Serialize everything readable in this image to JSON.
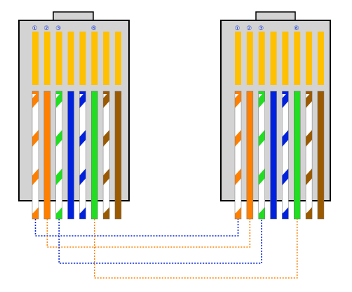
{
  "diagram": {
    "colors": {
      "housing": "#d3d3d3",
      "housing_border": "#000000",
      "contact": "#ffc000",
      "orange": "#ff8000",
      "green": "#22dd22",
      "blue": "#0022dd",
      "brown": "#9b5a00",
      "white": "#ffffff",
      "label": "#1f3fd8"
    },
    "connectors": [
      {
        "name": "left-connector",
        "pin_labels": [
          {
            "pin": 1,
            "text": "①"
          },
          {
            "pin": 2,
            "text": "②"
          },
          {
            "pin": 3,
            "text": "③"
          },
          {
            "pin": 6,
            "text": "⑥"
          }
        ],
        "wires": [
          {
            "pin": 1,
            "stripe": "orange",
            "solid": false
          },
          {
            "pin": 2,
            "stripe": "orange",
            "solid": true
          },
          {
            "pin": 3,
            "stripe": "green",
            "solid": false
          },
          {
            "pin": 4,
            "stripe": "blue",
            "solid": true
          },
          {
            "pin": 5,
            "stripe": "blue",
            "solid": false
          },
          {
            "pin": 6,
            "stripe": "green",
            "solid": true
          },
          {
            "pin": 7,
            "stripe": "brown",
            "solid": false
          },
          {
            "pin": 8,
            "stripe": "brown",
            "solid": true
          }
        ]
      },
      {
        "name": "right-connector",
        "pin_labels": [
          {
            "pin": 1,
            "text": "①"
          },
          {
            "pin": 2,
            "text": "②"
          },
          {
            "pin": 3,
            "text": "③"
          },
          {
            "pin": 6,
            "text": "⑥"
          }
        ],
        "wires": [
          {
            "pin": 1,
            "stripe": "orange",
            "solid": false
          },
          {
            "pin": 2,
            "stripe": "orange",
            "solid": true
          },
          {
            "pin": 3,
            "stripe": "green",
            "solid": false
          },
          {
            "pin": 4,
            "stripe": "blue",
            "solid": true
          },
          {
            "pin": 5,
            "stripe": "blue",
            "solid": false
          },
          {
            "pin": 6,
            "stripe": "green",
            "solid": true
          },
          {
            "pin": 7,
            "stripe": "brown",
            "solid": false
          },
          {
            "pin": 8,
            "stripe": "brown",
            "solid": true
          }
        ]
      }
    ],
    "connections": [
      {
        "from_pin": 1,
        "to_pin": 1,
        "color": "blue"
      },
      {
        "from_pin": 2,
        "to_pin": 2,
        "color": "orange"
      },
      {
        "from_pin": 3,
        "to_pin": 3,
        "color": "blue"
      },
      {
        "from_pin": 6,
        "to_pin": 6,
        "color": "orange"
      }
    ]
  }
}
